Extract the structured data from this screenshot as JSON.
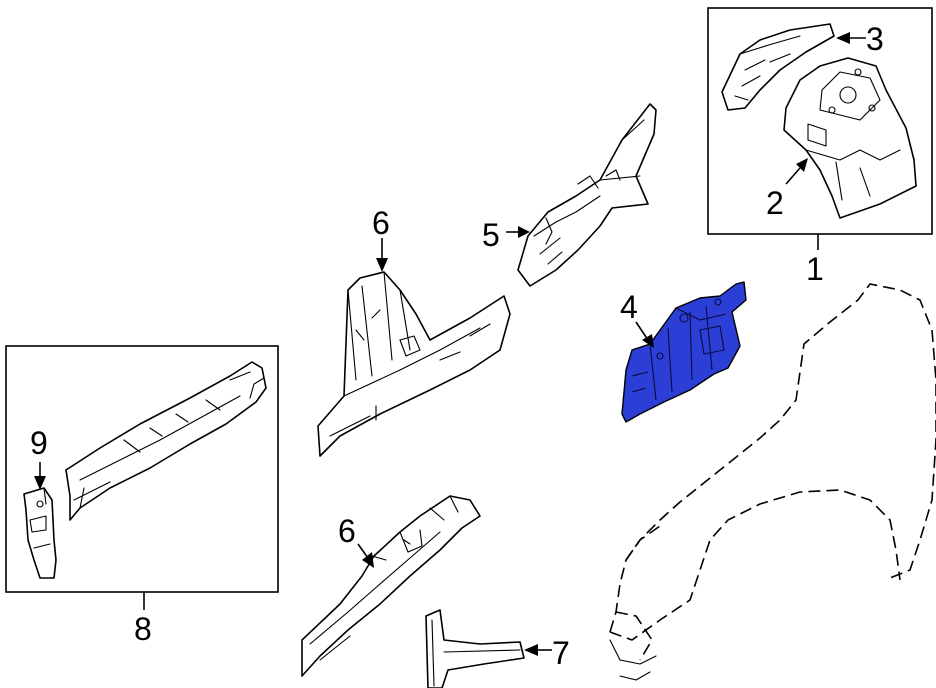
{
  "callouts": {
    "c1": "1",
    "c2": "2",
    "c3": "3",
    "c4": "4",
    "c5": "5",
    "c6a": "6",
    "c6b": "6",
    "c7": "7",
    "c8": "8",
    "c9": "9"
  },
  "colors": {
    "highlight": "#2b3fd6",
    "line": "#000000",
    "background": "#ffffff"
  }
}
